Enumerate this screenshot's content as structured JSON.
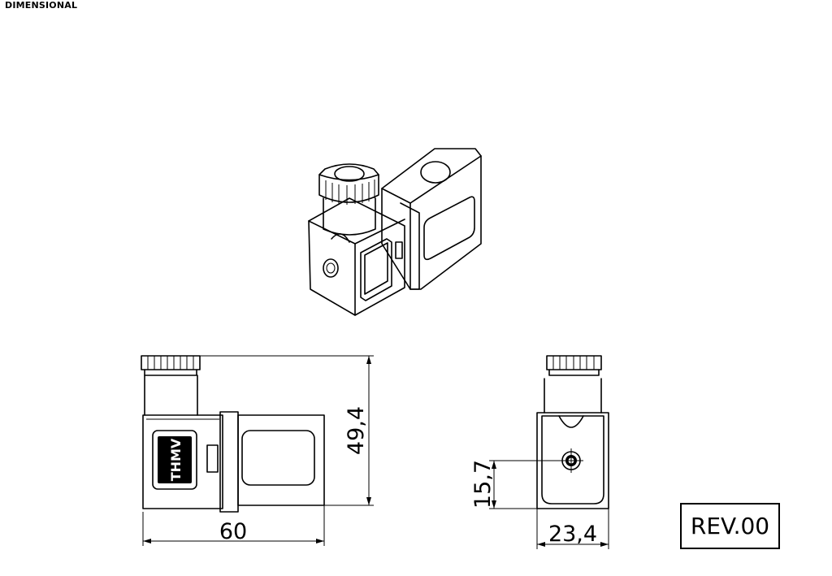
{
  "title": "DIMENSIONAL",
  "dimensions": {
    "side_width": "60",
    "side_height": "49,4",
    "front_offset": "15,7",
    "front_width": "23,4"
  },
  "logo_text": "THMV",
  "revision": "REV.00"
}
